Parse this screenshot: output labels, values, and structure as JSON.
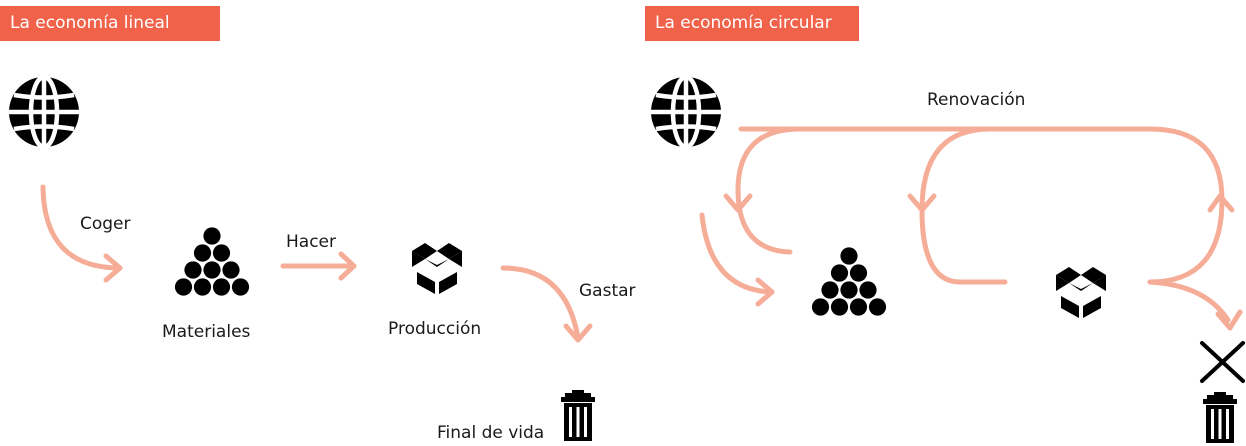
{
  "linear": {
    "title": "La economía lineal",
    "steps": {
      "take": "Coger",
      "make": "Hacer",
      "use": "Gastar"
    },
    "nodes": {
      "materials": "Materiales",
      "production": "Producción",
      "end_of_life": "Final de vida"
    }
  },
  "circular": {
    "title": "La economía circular",
    "loop_label": "Renovación"
  },
  "icons": [
    "globe-icon",
    "materials-pyramid-icon",
    "box-icon",
    "trash-icon",
    "cross-icon"
  ],
  "colors": {
    "accent": "#f0624a",
    "arrow": "#f6ad97",
    "icon": "#000000"
  }
}
